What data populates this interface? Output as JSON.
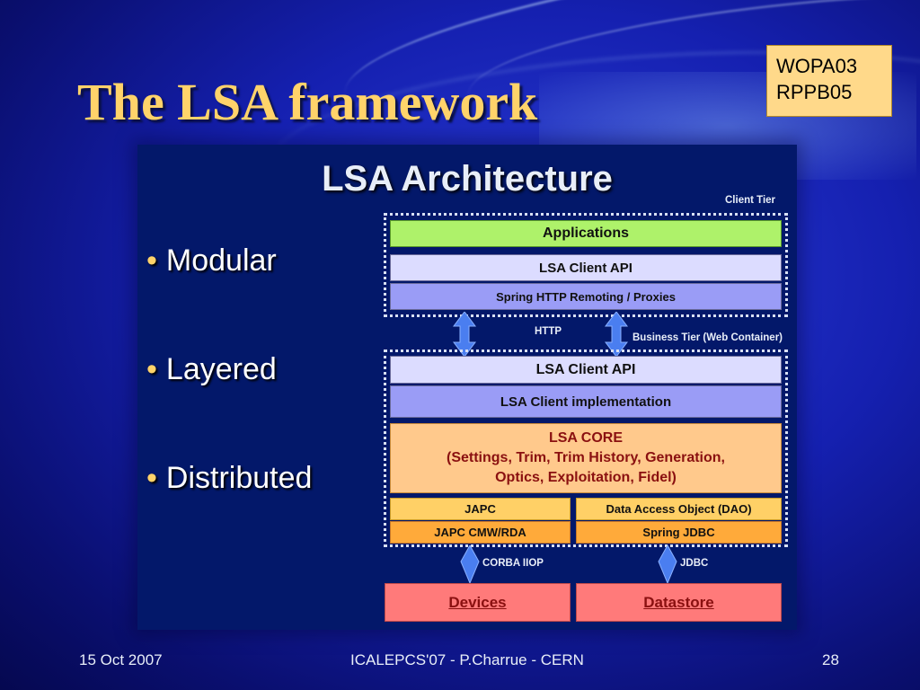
{
  "slide": {
    "title": "The LSA framework",
    "tags": [
      "WOPA03",
      "RPPB05"
    ]
  },
  "panel": {
    "heading": "LSA Architecture",
    "bullets": [
      "Modular",
      "Layered",
      "Distributed"
    ]
  },
  "diagram": {
    "client_tier_label": "Client Tier",
    "business_tier_label": "Business Tier (Web Container)",
    "http_label": "HTTP",
    "corba_label": "CORBA IIOP",
    "jdbc_label": "JDBC",
    "client_tier": {
      "applications": "Applications",
      "client_api": "LSA Client API",
      "remoting": "Spring HTTP Remoting / Proxies"
    },
    "business_tier": {
      "client_api": "LSA Client API",
      "client_impl": "LSA Client implementation",
      "core_title": "LSA CORE",
      "core_line1": "(Settings, Trim, Trim History, Generation,",
      "core_line2": "Optics, Exploitation, Fidel)",
      "japc": "JAPC",
      "japc_cmw": "JAPC CMW/RDA",
      "dao": "Data Access Object (DAO)",
      "spring_jdbc": "Spring JDBC"
    },
    "devices": "Devices",
    "datastore": "Datastore"
  },
  "footer": {
    "date": "15 Oct 2007",
    "conference": "ICALEPCS'07 - P.Charrue - CERN",
    "page": "28"
  },
  "colors": {
    "title": "#ffd36a",
    "panel_bg": "#03186a",
    "applications": "#aef26a",
    "client_api": "#dcdcff",
    "remoting": "#9a9cf6",
    "core": "#ffc98c",
    "japc": "#ffd066",
    "japc_cmw": "#ffaa3a",
    "endpoints": "#ff7a7a",
    "arrows": "#4a7ef0"
  }
}
